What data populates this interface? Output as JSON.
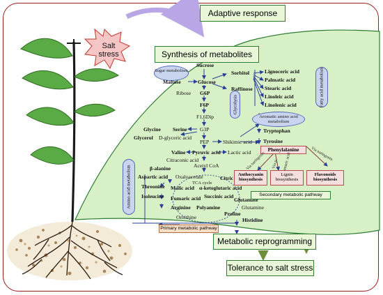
{
  "colors": {
    "frame": "#9b1c1c",
    "leaf": "#d8f0c6",
    "leaf_stroke": "#2e7d32",
    "arrow": "#2b3f99",
    "stress": "#f6c6c6",
    "box": "#e9f7d8"
  },
  "header": {
    "adaptive": "Adaptive response",
    "stress": "Salt stress",
    "synthesis": "Synthesis of metabolites",
    "reprogramming": "Metabolic reprogramming",
    "tolerance": "Tolerance to salt stress"
  },
  "pathways": {
    "sugar": "Sugar metabolism",
    "fatty": "Fatty acid metabolism",
    "glycolysis": "Glycolysis",
    "aromatic": "Aromatic amino acid metabolism",
    "amino": "Amino acid metabolism",
    "tca": "TCA cycle",
    "primary": "Primary metabolic pathway",
    "secondary": "Secondary metabolic pathway",
    "via_nar1": "Via naringenin",
    "via_p": "Via p-",
    "via_coum": "coumaric acid",
    "via_nar2": "Via naringenin"
  },
  "metabolites": {
    "sucrose": "Sucrose",
    "maltose": "Maltose",
    "glucose": "Glucose",
    "sorbitol": "Sorbitol",
    "raffinose": "Raffinose",
    "ribose": "Ribose",
    "g6p": "G6P",
    "f6p": "F6P",
    "f16dip": "F1,6Dip",
    "g3p": "G3P",
    "glycine": "Glycine",
    "serine": "Serine",
    "glycerol": "Glycerol",
    "dglyceric": "D-glyceric acid",
    "pep": "PEP",
    "shikimic": "Shikimic acid",
    "tryptophan": "Tryptophan",
    "tyrosine": "Tyrosine",
    "phenylalanine": "Phenylalanine",
    "valine": "Valine",
    "pyruvic": "Pyruvic acid",
    "lactic": "Lactic acid",
    "citraconic": "Citraconic acid",
    "acetylcoa": "Acetyl CoA",
    "balanine": "β-alanine",
    "oxaloacetate": "Oxaloacetate",
    "citric": "Citric acid",
    "aspartic": "Aspartic acid",
    "malic": "Malic acid",
    "akg": "α-ketoglutaric acid",
    "threonine": "Threonine",
    "isoleucine": "Isoleucine",
    "fumaric": "Fumaric acid",
    "succinic": "Succinic acid",
    "glutamate": "Glutamate",
    "glutamine": "Glutamine",
    "arginine": "Arginine",
    "polyamine": "Polyamine",
    "proline": "Proline",
    "ornithine": "Ornithine",
    "histidine": "Histidine",
    "lignoceric": "Lignoceric acid",
    "palmatic": "Palmatic acid",
    "stearic": "Stearic acid",
    "linoleic": "Linoleic acid",
    "linolenic": "Linolenic acid",
    "anthocyanin": "Anthocyanin biosynthesis",
    "lignin": "Lignin biosynthesis",
    "flavonoids": "Flavonoids biosynthesis"
  }
}
